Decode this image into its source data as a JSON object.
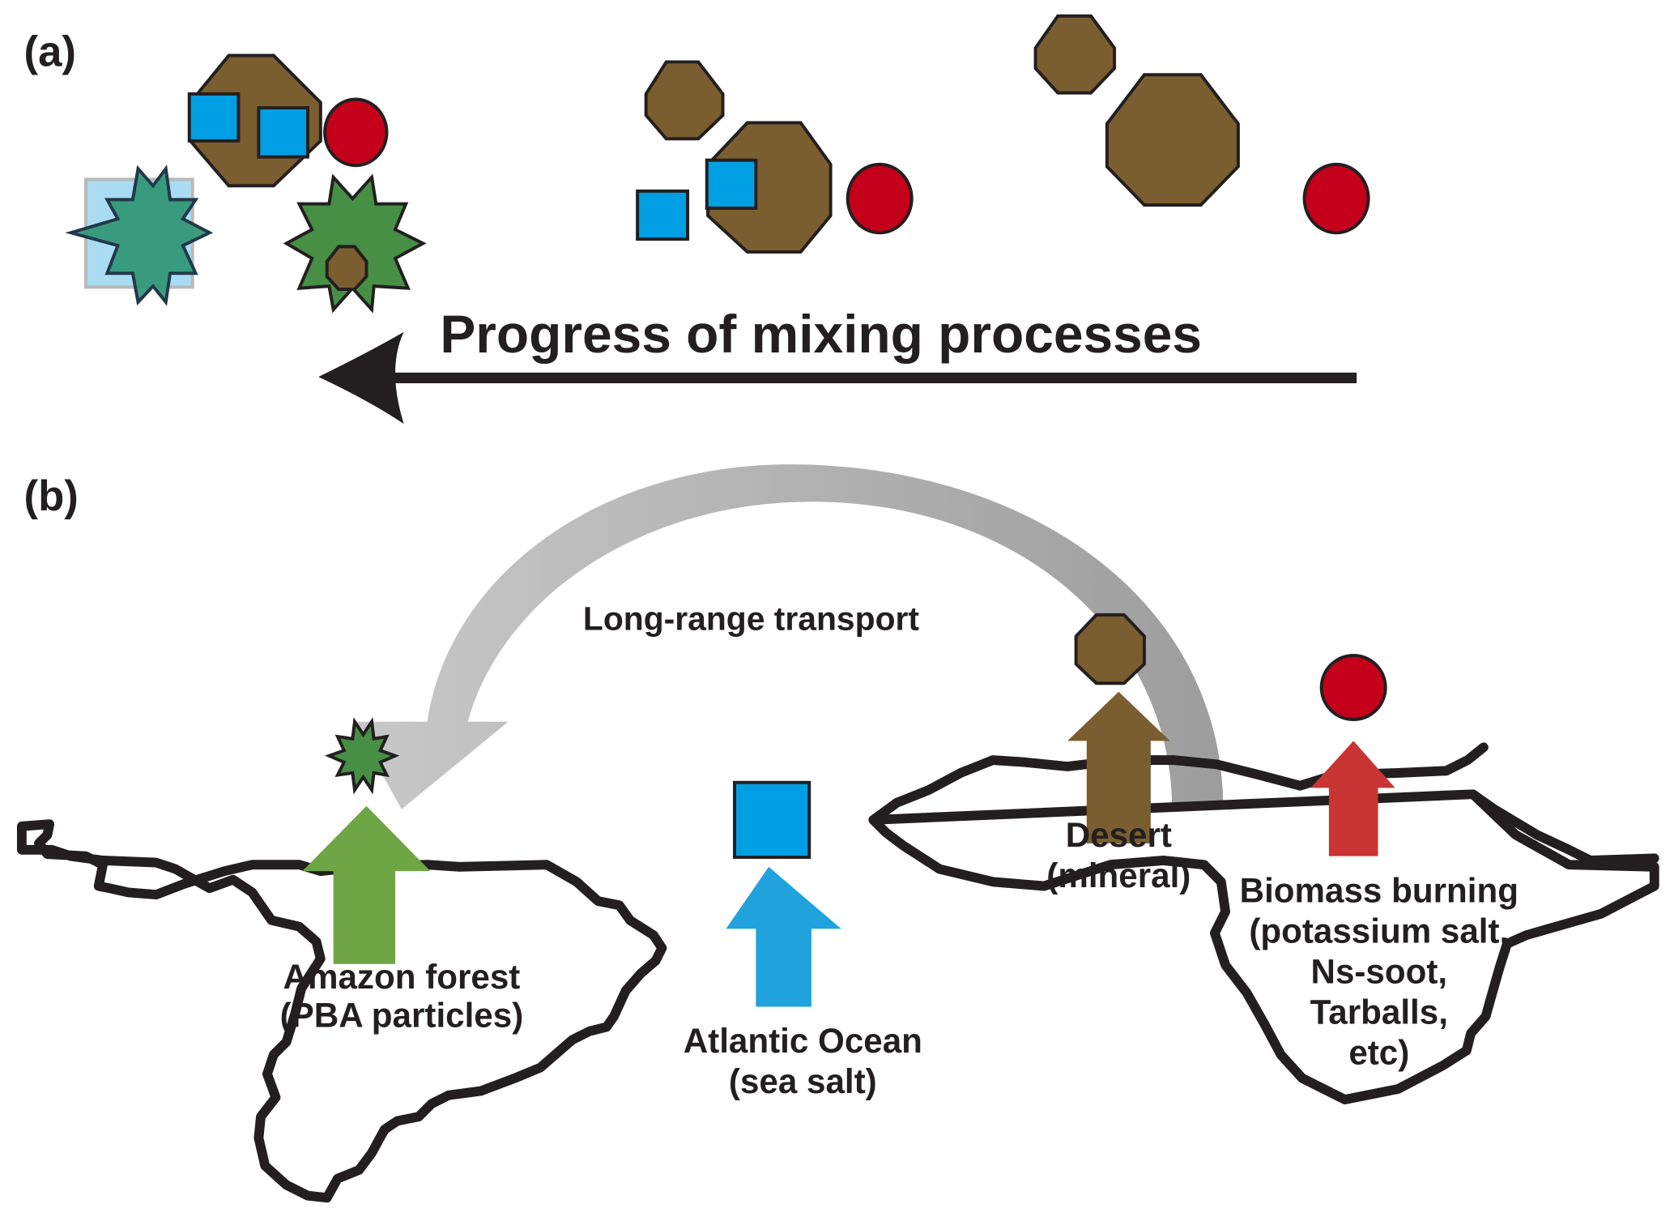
{
  "panel_a": {
    "label": "(a)",
    "mixing_label": "Progress of mixing processes",
    "arrow_direction": "left"
  },
  "panel_b": {
    "label": "(b)",
    "transport_label": "Long-range transport",
    "sources": [
      {
        "id": "amazon",
        "line1": "Amazon forest",
        "line2": "(PBA particles)",
        "particle": "PBA (star)",
        "color": "#6ea646"
      },
      {
        "id": "ocean",
        "line1": "Atlantic Ocean",
        "line2": "(sea salt)",
        "particle": "sea salt (square)",
        "color": "#20a3dc"
      },
      {
        "id": "desert",
        "line1": "Desert",
        "line2": "(mineral)",
        "particle": "mineral (octagon)",
        "color": "#7c5f2f"
      },
      {
        "id": "biomass",
        "lines": [
          "Biomass burning",
          "(potassium salt,",
          "Ns-soot,",
          "Tarballs,",
          "etc)"
        ],
        "particle": "biomass burning (circle)",
        "color": "#c93434"
      }
    ]
  },
  "colors": {
    "mineral": "#7b5e2f",
    "sea_salt": "#009fe3",
    "biomass": "#c4001a",
    "pba": "#468f45",
    "pba_mixed": "#2f9574",
    "outline": "#231f20",
    "transport_arrow": "#b9b9b9"
  }
}
